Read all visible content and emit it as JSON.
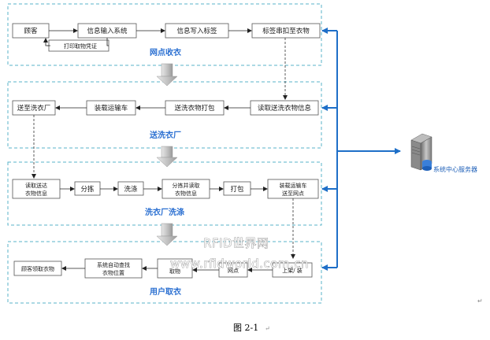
{
  "sections": [
    {
      "label": "网点收衣"
    },
    {
      "label": "送洗衣厂"
    },
    {
      "label": "洗衣厂洗涤"
    },
    {
      "label": "用户取衣"
    }
  ],
  "row1": [
    "顾客",
    "信息输入系统",
    "信息写入标签",
    "标签串扣至衣物"
  ],
  "print_receipt": "打印取物凭证",
  "row2": [
    "送至洗衣厂",
    "装载运输车",
    "送洗衣物打包",
    "读取送洗衣物信息"
  ],
  "row3": [
    "读取送达衣物信息",
    "分拣",
    "洗涤",
    "分拣并读取衣物信息",
    "打包",
    "装载运输车送至网点"
  ],
  "row4": [
    "顾客领取衣物",
    "系统自动查找衣物位置",
    "取物",
    "网点",
    "上架/ 装"
  ],
  "server_label": "系统中心服务器",
  "watermark": {
    "line1": "RFID世界网",
    "line2": "www.rfidworld.com.cn"
  },
  "caption": "图 2-1",
  "colors": {
    "dashed_border": "#5ab3c9",
    "arrow_blue": "#1e6fc8",
    "box_fill": "#ffffff",
    "box_stroke": "#555555",
    "down_arrow": "#c9c9c9"
  }
}
